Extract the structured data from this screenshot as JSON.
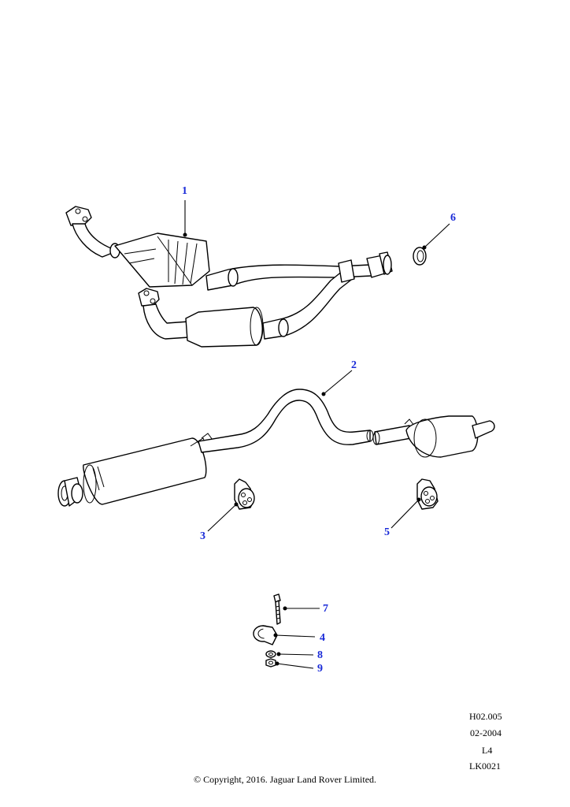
{
  "callouts": {
    "c1": "1",
    "c2": "2",
    "c3": "3",
    "c4": "4",
    "c5": "5",
    "c6": "6",
    "c7": "7",
    "c8": "8",
    "c9": "9"
  },
  "reference": {
    "drawing_code": "H02.005",
    "date": "02-2004",
    "level": "L4",
    "lk_code": "LK0021"
  },
  "copyright": "© Copyright, 2016. Jaguar Land Rover Limited.",
  "colors": {
    "callout_text": "#1a2bd8",
    "line_art": "#000000",
    "background": "#ffffff"
  }
}
